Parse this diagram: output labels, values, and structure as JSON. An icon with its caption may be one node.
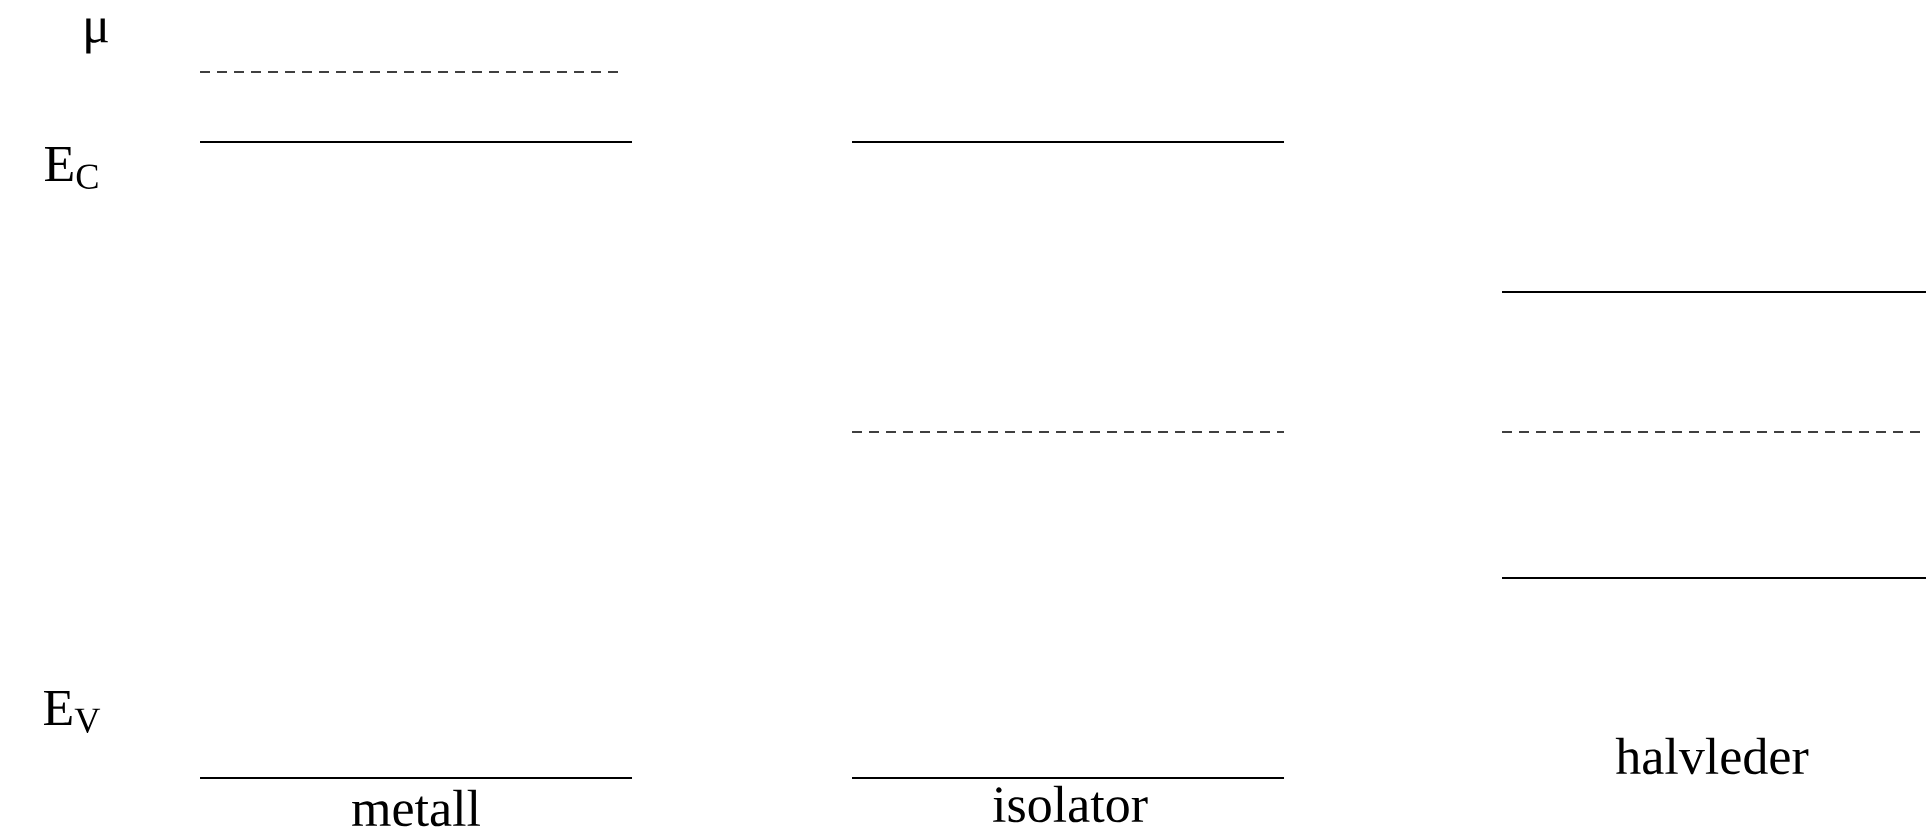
{
  "diagram": {
    "labels": [
      "μ",
      "E$_{C}$",
      "E$_{V}$",
      "metall",
      "isolator",
      "halvleder"
    ]
  }
}
